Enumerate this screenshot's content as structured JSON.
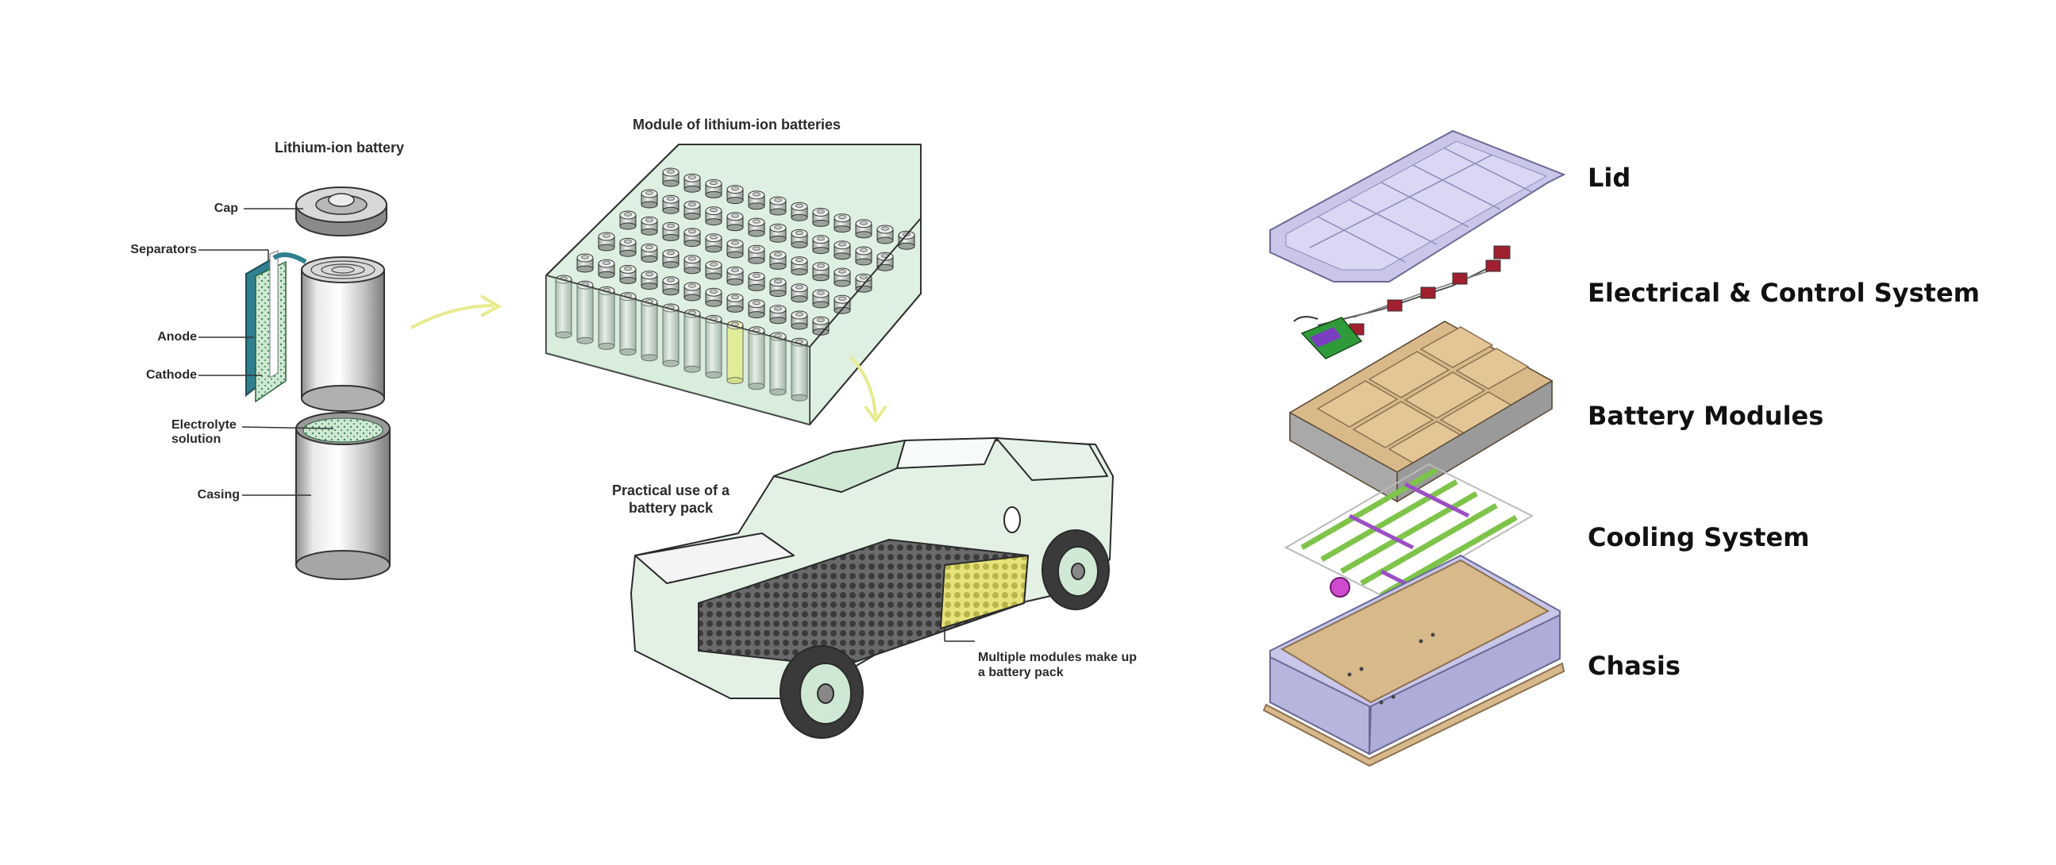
{
  "cell": {
    "title": "Lithium-ion battery",
    "labels": {
      "cap": "Cap",
      "separators": "Separators",
      "anode": "Anode",
      "cathode": "Cathode",
      "electrolyte_line1": "Electrolyte",
      "electrolyte_line2": "solution",
      "casing": "Casing"
    }
  },
  "module": {
    "title": "Module of lithium-ion batteries"
  },
  "truck": {
    "label_line1": "Practical use of a",
    "label_line2": "battery pack",
    "modules_line1": "Multiple modules make up",
    "modules_line2": "a battery pack"
  },
  "pack_layers": [
    "Lid",
    "Electrical & Control System",
    "Battery Modules",
    "Cooling System",
    "Chasis"
  ],
  "colors": {
    "mint": "#cfe8d3",
    "teal": "#2f7f8f",
    "highlight": "#eef07a",
    "arrow": "#e7eb8e",
    "lid": "#c9c6ea",
    "module_box": "#d9b98a",
    "cooling_green": "#7fc44a",
    "cooling_purple": "#9b4fc4",
    "chassis": "#d8b98c"
  }
}
